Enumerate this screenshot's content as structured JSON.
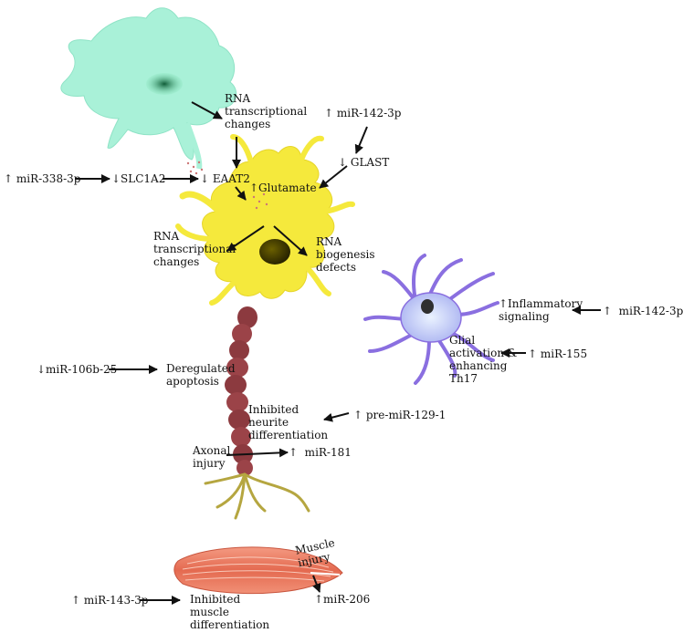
{
  "colors": {
    "astrocyte_top": "#a8f0d8",
    "astrocyte_top_nucleus": "#1f8a5a",
    "neuron": "#f6ea3c",
    "neuron_nucleus": "#4a4200",
    "axon": "#8c3a3f",
    "dendrite_end": "#b5a640",
    "microglia": "#b7bff2",
    "microglia_edge": "#8a6fe0",
    "muscle": "#e9735a",
    "arrow": "#111111"
  },
  "labels": {
    "rna_transcriptional_top": "RNA\ntranscriptional\nchanges",
    "mir142_top": "↑ miR-142-3p",
    "glast": "↓ GLAST",
    "mir338": "↑ miR-338-3p",
    "slc1a2": "↓SLC1A2",
    "eaat2": "↓ EAAT2",
    "glutamate": "↑Glutamate",
    "rna_transcriptional_left": "RNA\ntranscriptional\nchanges",
    "rna_biogenesis": "RNA\nbiogenesis\ndefects",
    "inflammatory": "↑Inflammatory\nsignaling",
    "mir142_right": "↑  miR-142-3p",
    "glial": "Glial\nactivation &\nenhancing\nTh17",
    "mir155": "↑ miR-155",
    "mir106": "↓miR-106b-25",
    "apoptosis": "Deregulated\napoptosis",
    "neurite": "Inhibited\nneurite\ndifferentiation",
    "premir129": "↑ pre-miR-129-1",
    "axonal": "Axonal\ninjury",
    "mir181": "↑  miR-181",
    "muscle_injury": "Muscle\ninjury",
    "mir206": "↑miR-206",
    "mir143": "↑ miR-143-3p",
    "muscle_diff": "Inhibited\nmuscle\ndifferentiation"
  }
}
